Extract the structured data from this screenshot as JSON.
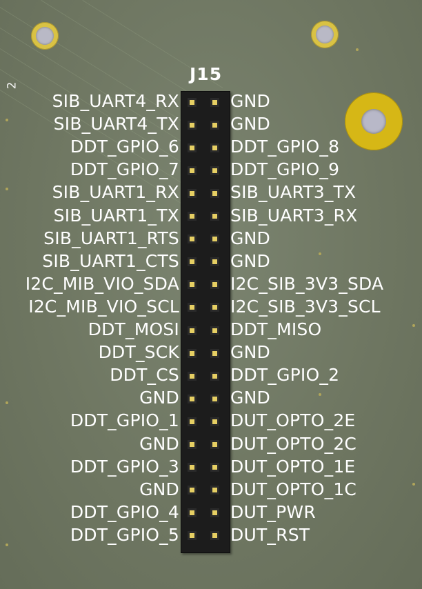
{
  "board": {
    "reference": "J15",
    "pin_marker": "2",
    "colors": {
      "soldermask": "#6f7762",
      "silkscreen": "#ffffff",
      "pad_gold": "#d9c244",
      "header_body": "#1c1c1c"
    }
  },
  "connector": {
    "left_labels": [
      "SIB_UART4_RX",
      "SIB_UART4_TX",
      "DDT_GPIO_6",
      "DDT_GPIO_7",
      "SIB_UART1_RX",
      "SIB_UART1_TX",
      "SIB_UART1_RTS",
      "SIB_UART1_CTS",
      "I2C_MIB_VIO_SDA",
      "I2C_MIB_VIO_SCL",
      "DDT_MOSI",
      "DDT_SCK",
      "DDT_CS",
      "GND",
      "DDT_GPIO_1",
      "GND",
      "DDT_GPIO_3",
      "GND",
      "DDT_GPIO_4",
      "DDT_GPIO_5"
    ],
    "right_labels": [
      "GND",
      "GND",
      "DDT_GPIO_8",
      "DDT_GPIO_9",
      "SIB_UART3_TX",
      "SIB_UART3_RX",
      "GND",
      "GND",
      "I2C_SIB_3V3_SDA",
      "I2C_SIB_3V3_SCL",
      "DDT_MISO",
      "GND",
      "DDT_GPIO_2",
      "GND",
      "DUT_OPTO_2E",
      "DUT_OPTO_2C",
      "DUT_OPTO_1E",
      "DUT_OPTO_1C",
      "DUT_PWR",
      "DUT_RST"
    ]
  }
}
